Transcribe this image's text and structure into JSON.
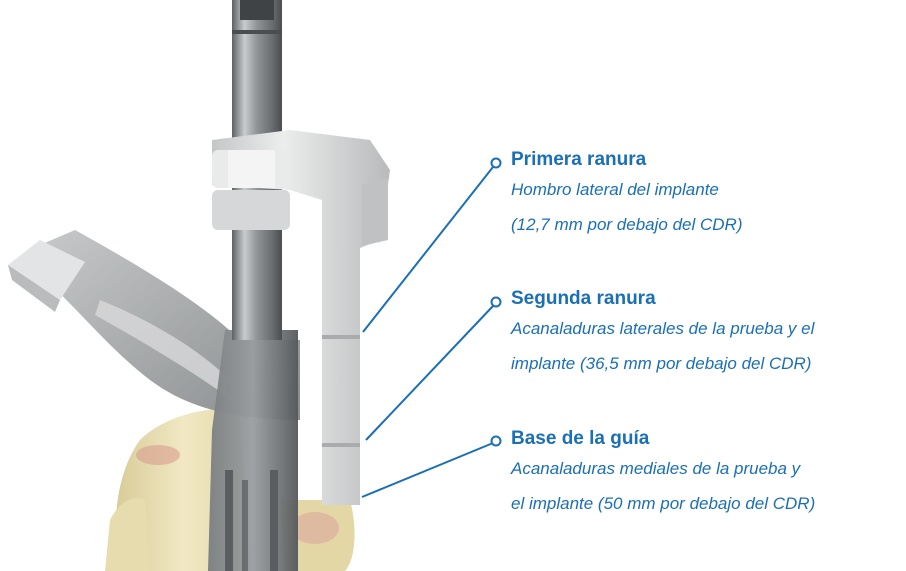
{
  "colors": {
    "accent": "#1a6fb5",
    "bone": "#eee3b8",
    "metal": "#8c8f91",
    "guide": "#d9dadb"
  },
  "callouts": [
    {
      "title": "Primera ranura",
      "desc_line1": "Hombro lateral del implante",
      "desc_line2": "(12,7 mm por debajo del CDR)"
    },
    {
      "title": "Segunda ranura",
      "desc_line1": "Acanaladuras laterales de la prueba y el",
      "desc_line2": "implante (36,5 mm por debajo del CDR)"
    },
    {
      "title": "Base de la guía",
      "desc_line1": "Acanaladuras mediales de la prueba y",
      "desc_line2": "el implante (50 mm por debajo del CDR)"
    }
  ]
}
